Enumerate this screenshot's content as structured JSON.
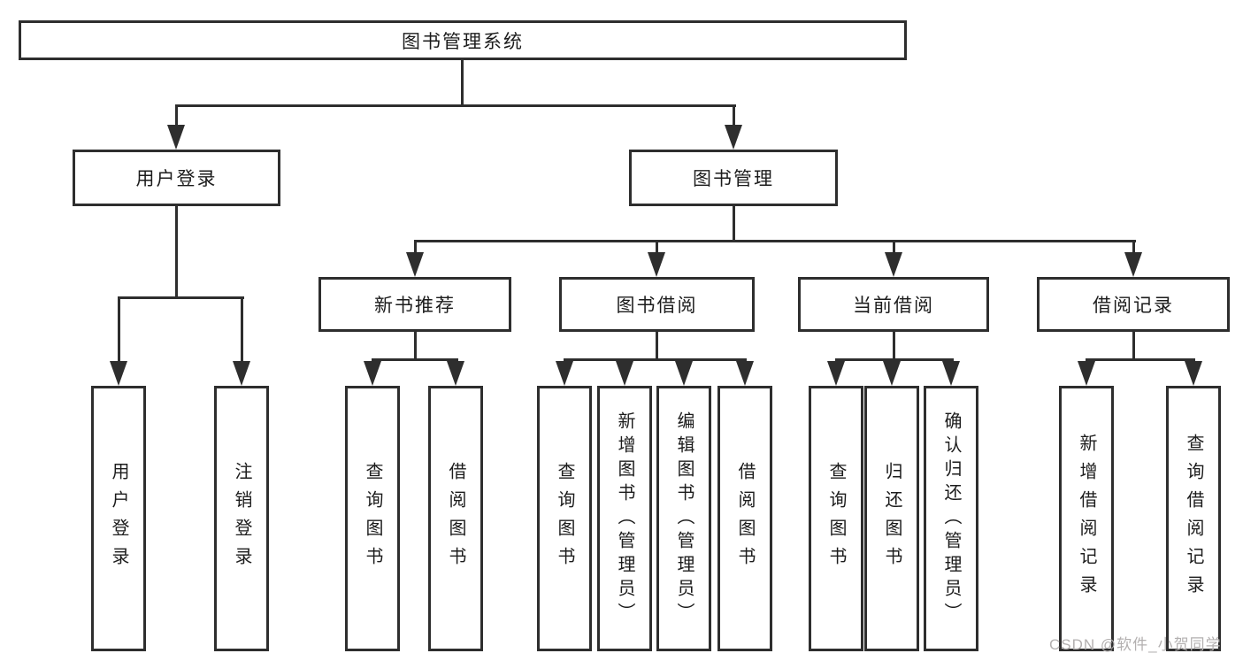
{
  "diagram_title": "图书管理系统",
  "colors": {
    "line": "#2e2e2e",
    "text": "#1c1c1c",
    "background": "#ffffff",
    "watermark": "#b3b0b0"
  },
  "tree": {
    "root": "图书管理系统",
    "level2": [
      {
        "label": "用户登录",
        "children": [
          "用户登录",
          "注销登录"
        ]
      },
      {
        "label": "图书管理",
        "groups": [
          {
            "label": "新书推荐",
            "children": [
              "查询图书",
              "借阅图书"
            ]
          },
          {
            "label": "图书借阅",
            "children": [
              "查询图书",
              "新增图书（管理员）",
              "编辑图书（管理员）",
              "借阅图书"
            ]
          },
          {
            "label": "当前借阅",
            "children": [
              "查询图书",
              "归还图书",
              "确认归还（管理员）"
            ]
          },
          {
            "label": "借阅记录",
            "children": [
              "新增借阅记录",
              "查询借阅记录"
            ]
          }
        ]
      }
    ]
  },
  "watermark": "CSDN @软件_小贺同学"
}
